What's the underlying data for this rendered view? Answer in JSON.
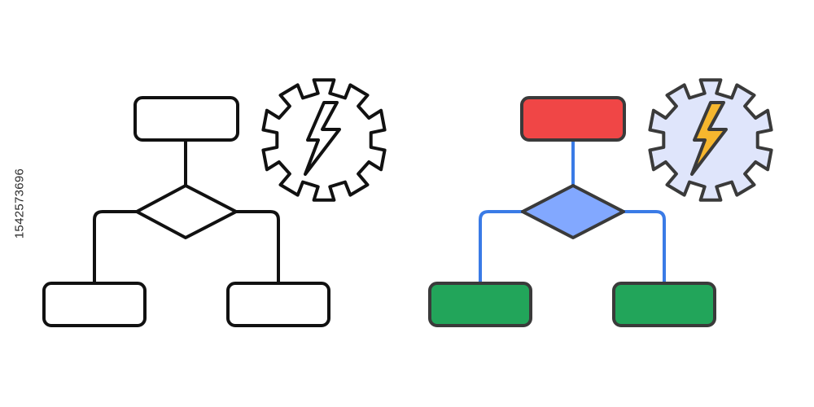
{
  "watermark": {
    "id_text": "1542573696"
  },
  "icons": [
    {
      "variant": "line",
      "name": "flowchart-gear-icon-outline",
      "colors": {
        "stroke": "#111111",
        "top_box": "#ffffff",
        "decision": "#ffffff",
        "bottom_boxes": "#ffffff",
        "connectors": "#111111",
        "gear": "#ffffff",
        "bolt": "#ffffff"
      }
    },
    {
      "variant": "color",
      "name": "flowchart-gear-icon-color",
      "colors": {
        "stroke": "#3a3a3a",
        "top_box": "#f04646",
        "decision": "#82a8ff",
        "bottom_boxes": "#22a55a",
        "connectors": "#3a7be6",
        "gear": "#dfe5fb",
        "bolt": "#f6b62e"
      }
    }
  ]
}
